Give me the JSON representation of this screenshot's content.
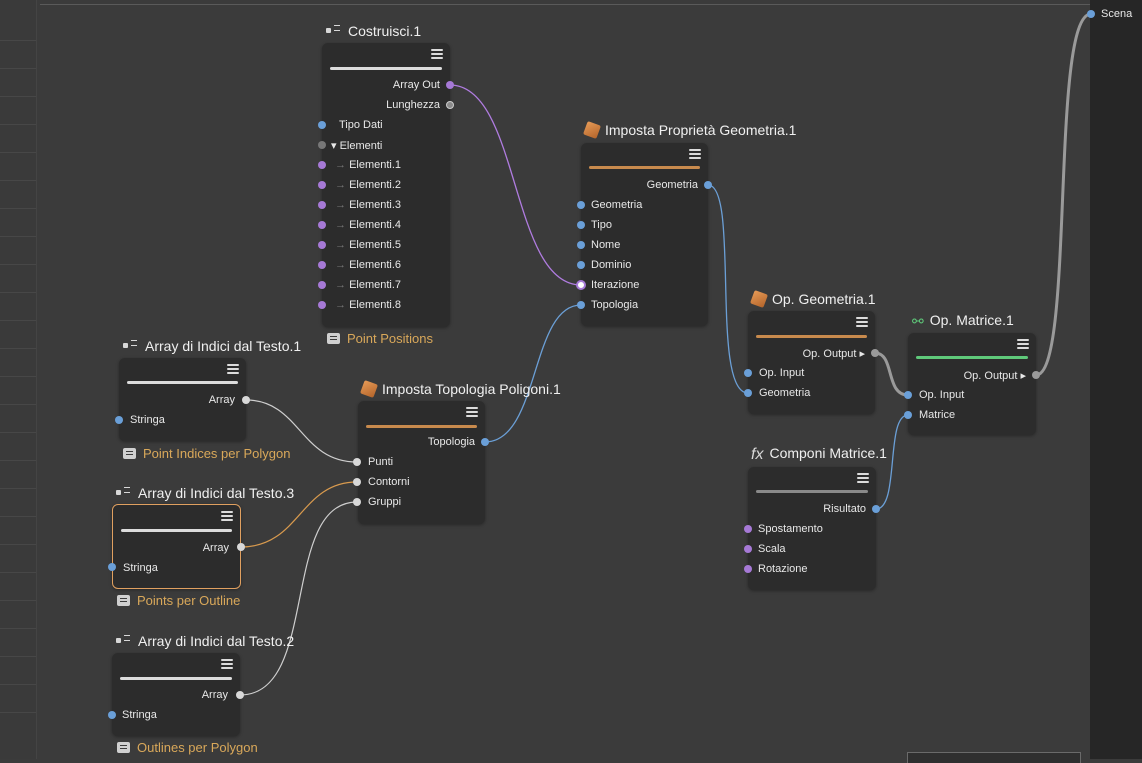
{
  "scene": {
    "label": "Scena"
  },
  "nodes": {
    "costruisci": {
      "title": "Costruisci.1",
      "outputs": [
        "Array Out",
        "Lunghezza"
      ],
      "inputs": [
        "Tipo Dati",
        "Elementi",
        "Elementi.1",
        "Elementi.2",
        "Elementi.3",
        "Elementi.4",
        "Elementi.5",
        "Elementi.6",
        "Elementi.7",
        "Elementi.8"
      ],
      "comment": "Point Positions"
    },
    "array1": {
      "title": "Array di Indici dal Testo.1",
      "output": "Array",
      "input": "Stringa",
      "comment": "Point Indices per Polygon"
    },
    "array3": {
      "title": "Array di Indici dal Testo.3",
      "output": "Array",
      "input": "Stringa",
      "comment": "Points per Outline"
    },
    "array2": {
      "title": "Array di Indici dal Testo.2",
      "output": "Array",
      "input": "Stringa",
      "comment": "Outlines per Polygon"
    },
    "topologia": {
      "title": "Imposta Topologia Poligoni.1",
      "output": "Topologia",
      "inputs": [
        "Punti",
        "Contorni",
        "Gruppi"
      ]
    },
    "proprieta": {
      "title": "Imposta Proprietà Geometria.1",
      "output": "Geometria",
      "inputs": [
        "Geometria",
        "Tipo",
        "Nome",
        "Dominio",
        "Iterazione",
        "Topologia"
      ]
    },
    "opgeo": {
      "title": "Op. Geometria.1",
      "output": "Op. Output",
      "inputs": [
        "Op. Input",
        "Geometria"
      ]
    },
    "opmat": {
      "title": "Op. Matrice.1",
      "output": "Op. Output",
      "inputs": [
        "Op. Input",
        "Matrice"
      ]
    },
    "componi": {
      "title": "Componi Matrice.1",
      "output": "Risultato",
      "inputs": [
        "Spostamento",
        "Scala",
        "Rotazione"
      ]
    }
  },
  "colors": {
    "background": "#3b3b3b",
    "node": "#2c2c2c",
    "port_blue": "#6a9fd8",
    "port_purple": "#a679d6",
    "port_white": "#d8d8d8",
    "port_gray": "#8a8a8a",
    "wire_purple": "#b07ce0",
    "wire_blue": "#6b9fd6",
    "wire_gray": "#9a9a9a",
    "wire_white": "#cfcfcf",
    "wire_orange": "#d89a4e",
    "accent_orange": "#e0a060",
    "bar_orange": "#c88a4d",
    "bar_green": "#5fc97a",
    "comment": "#d9a85a"
  }
}
